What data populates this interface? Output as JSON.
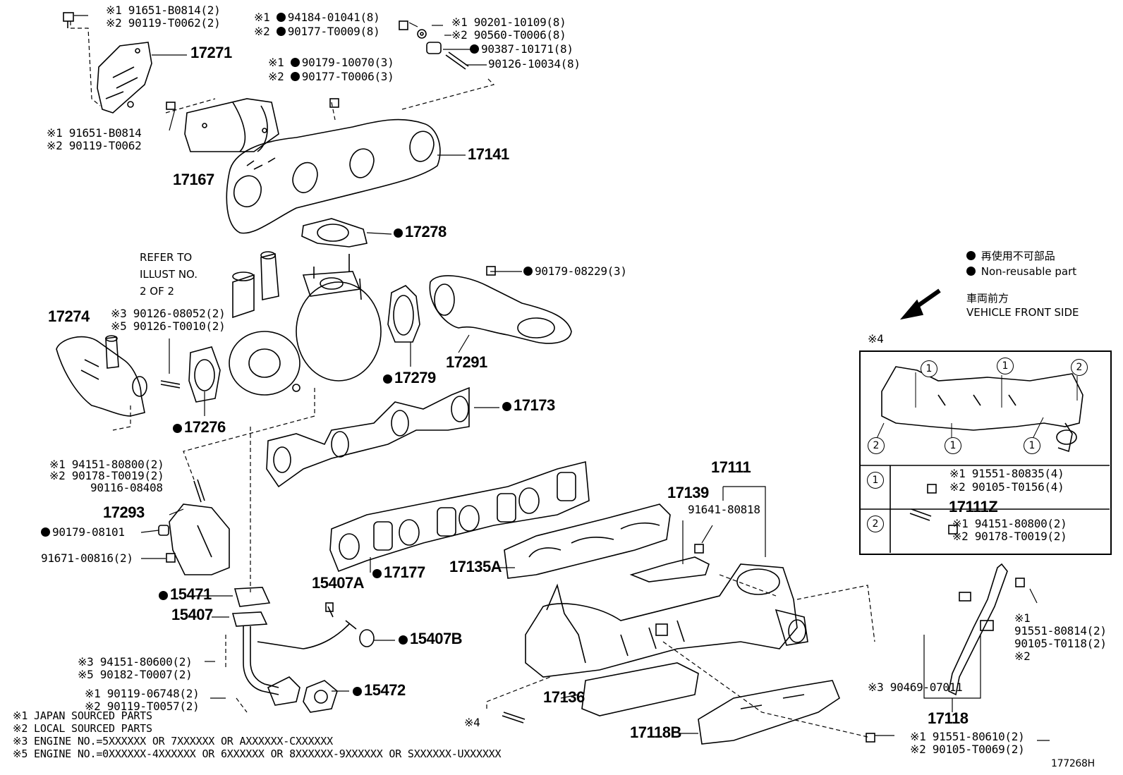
{
  "diagram_id": "177268H",
  "legend": {
    "non_reusable_jp": "再使用不可部品",
    "non_reusable_en": "Non-reusable part",
    "front_jp": "車両前方",
    "front_en": "VEHICLE FRONT SIDE"
  },
  "refer": {
    "line1": "REFER TO",
    "line2": "ILLUST NO.",
    "line3": "2 OF 2"
  },
  "labels": {
    "p17271": "17271",
    "p17167": "17167",
    "p17141": "17141",
    "p17278": "17278",
    "p17274": "17274",
    "p17279": "17279",
    "p17291": "17291",
    "p17276": "17276",
    "p17173": "17173",
    "p17293": "17293",
    "p17111": "17111",
    "p17139": "17139",
    "p17135A": "17135A",
    "p17177": "17177",
    "p15471": "15471",
    "p15407A": "15407A",
    "p15407": "15407",
    "p15407B": "15407B",
    "p15472": "15472",
    "p17136": "17136",
    "p17118": "17118",
    "p17118B": "17118B",
    "p17111Z": "17111Z",
    "p91641": "91641-80818",
    "p90116": "90116-08408",
    "p91671": "91671-00816(2)",
    "p90179_08101": "90179-08101",
    "p90179_08229": "90179-08229(3)",
    "p90126_10034": "90126-10034(8)",
    "p90387": "90387-10171(8)",
    "p90469": "※3 90469-07011",
    "sx4_a": "※4",
    "sx4_b": "※4"
  },
  "callouts": {
    "tl1a": "※1 91651-B0814(2)",
    "tl1b": "※2 90119-T0062(2)",
    "tl2a": "※1 91651-B0814",
    "tl2b": "※2 90119-T0062",
    "n1a": "※1 ",
    "n1a_num": "94184-01041(8)",
    "n1b": "※2 ",
    "n1b_num": "90177-T0009(8)",
    "n2a": "※1 90201-10109(8)",
    "n2b": "※2 90560-T0006(8)",
    "n3a": "※1 ",
    "n3a_num": "90179-10070(3)",
    "n3b": "※2 ",
    "n3b_num": "90177-T0006(3)",
    "n4a": "※3 90126-08052(2)",
    "n4b": "※5 90126-T0010(2)",
    "n5a": "※1 94151-80800(2)",
    "n5b": "※2 90178-T0019(2)",
    "n6a": "※3 94151-80600(2)",
    "n6b": "※5 90182-T0007(2)",
    "n7a": "※1 90119-06748(2)",
    "n7b": "※2 90119-T0057(2)",
    "r1": "※1",
    "r2": "91551-80814(2)",
    "r3": "90105-T0118(2)",
    "r4": "※2",
    "b1": "※1 91551-80610(2)",
    "b2": "※2 90105-T0069(2)"
  },
  "inset": {
    "title": "※4",
    "marker1": "1",
    "marker2": "2",
    "row1": {
      "a": "※1 91551-80835(4)",
      "b": "※2 90105-T0156(4)"
    },
    "row2": {
      "a": "※1 94151-80800(2)",
      "b": "※2 90178-T0019(2)"
    }
  },
  "notes": [
    "※1 JAPAN SOURCED PARTS",
    "※2 LOCAL SOURCED PARTS",
    "※3 ENGINE NO.=5XXXXXX OR 7XXXXXX OR AXXXXXX-CXXXXXX",
    "※5 ENGINE NO.=0XXXXXX-4XXXXXX OR 6XXXXXX OR 8XXXXXX-9XXXXXX OR SXXXXXX-UXXXXXX"
  ]
}
